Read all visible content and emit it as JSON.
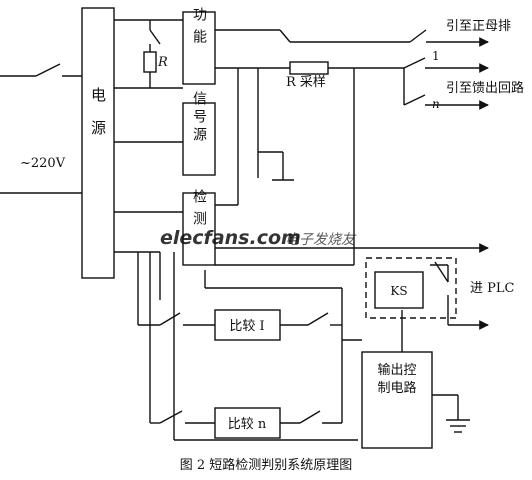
{
  "input_label": "~220V",
  "blocks": {
    "power": "电源",
    "function": "功能",
    "signal_source": "信号源",
    "detect": "检测",
    "compare_1": "比较 I",
    "compare_n": "比较 n",
    "output_control": "输出控制电路",
    "ks": "KS"
  },
  "resistor_r": "R",
  "sampling_resistor": "R 采样",
  "outputs": {
    "positive_bus": "引至正母排",
    "feeder": "引至馈出回路",
    "plc": "进 PLC"
  },
  "switch_labels": {
    "first": "1",
    "nth": "n"
  },
  "watermark": {
    "site": "elecfans.com",
    "cn": "电子发烧友"
  },
  "caption": "图 2  短路检测判别系统原理图"
}
